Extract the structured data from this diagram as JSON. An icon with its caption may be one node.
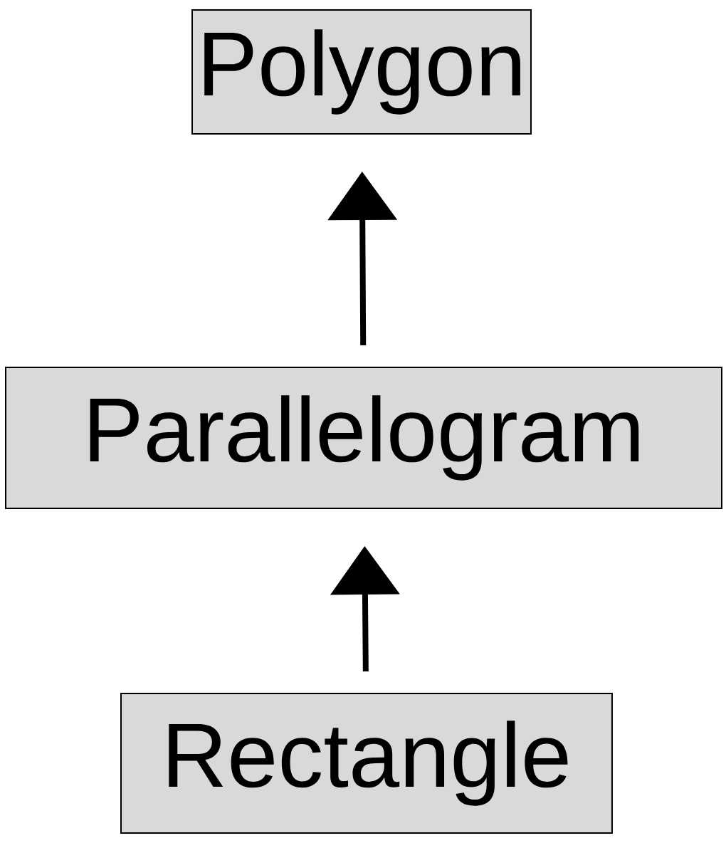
{
  "diagram": {
    "nodes": [
      {
        "text": [
          "Polygon"
        ]
      },
      {
        "text": [
          "Parallelogram"
        ]
      },
      {
        "text": [
          "Rectangle"
        ]
      }
    ],
    "edges": [
      {
        "from": 1,
        "to": 0,
        "arrow": "to"
      },
      {
        "from": 2,
        "to": 1,
        "arrow": "to"
      }
    ]
  }
}
